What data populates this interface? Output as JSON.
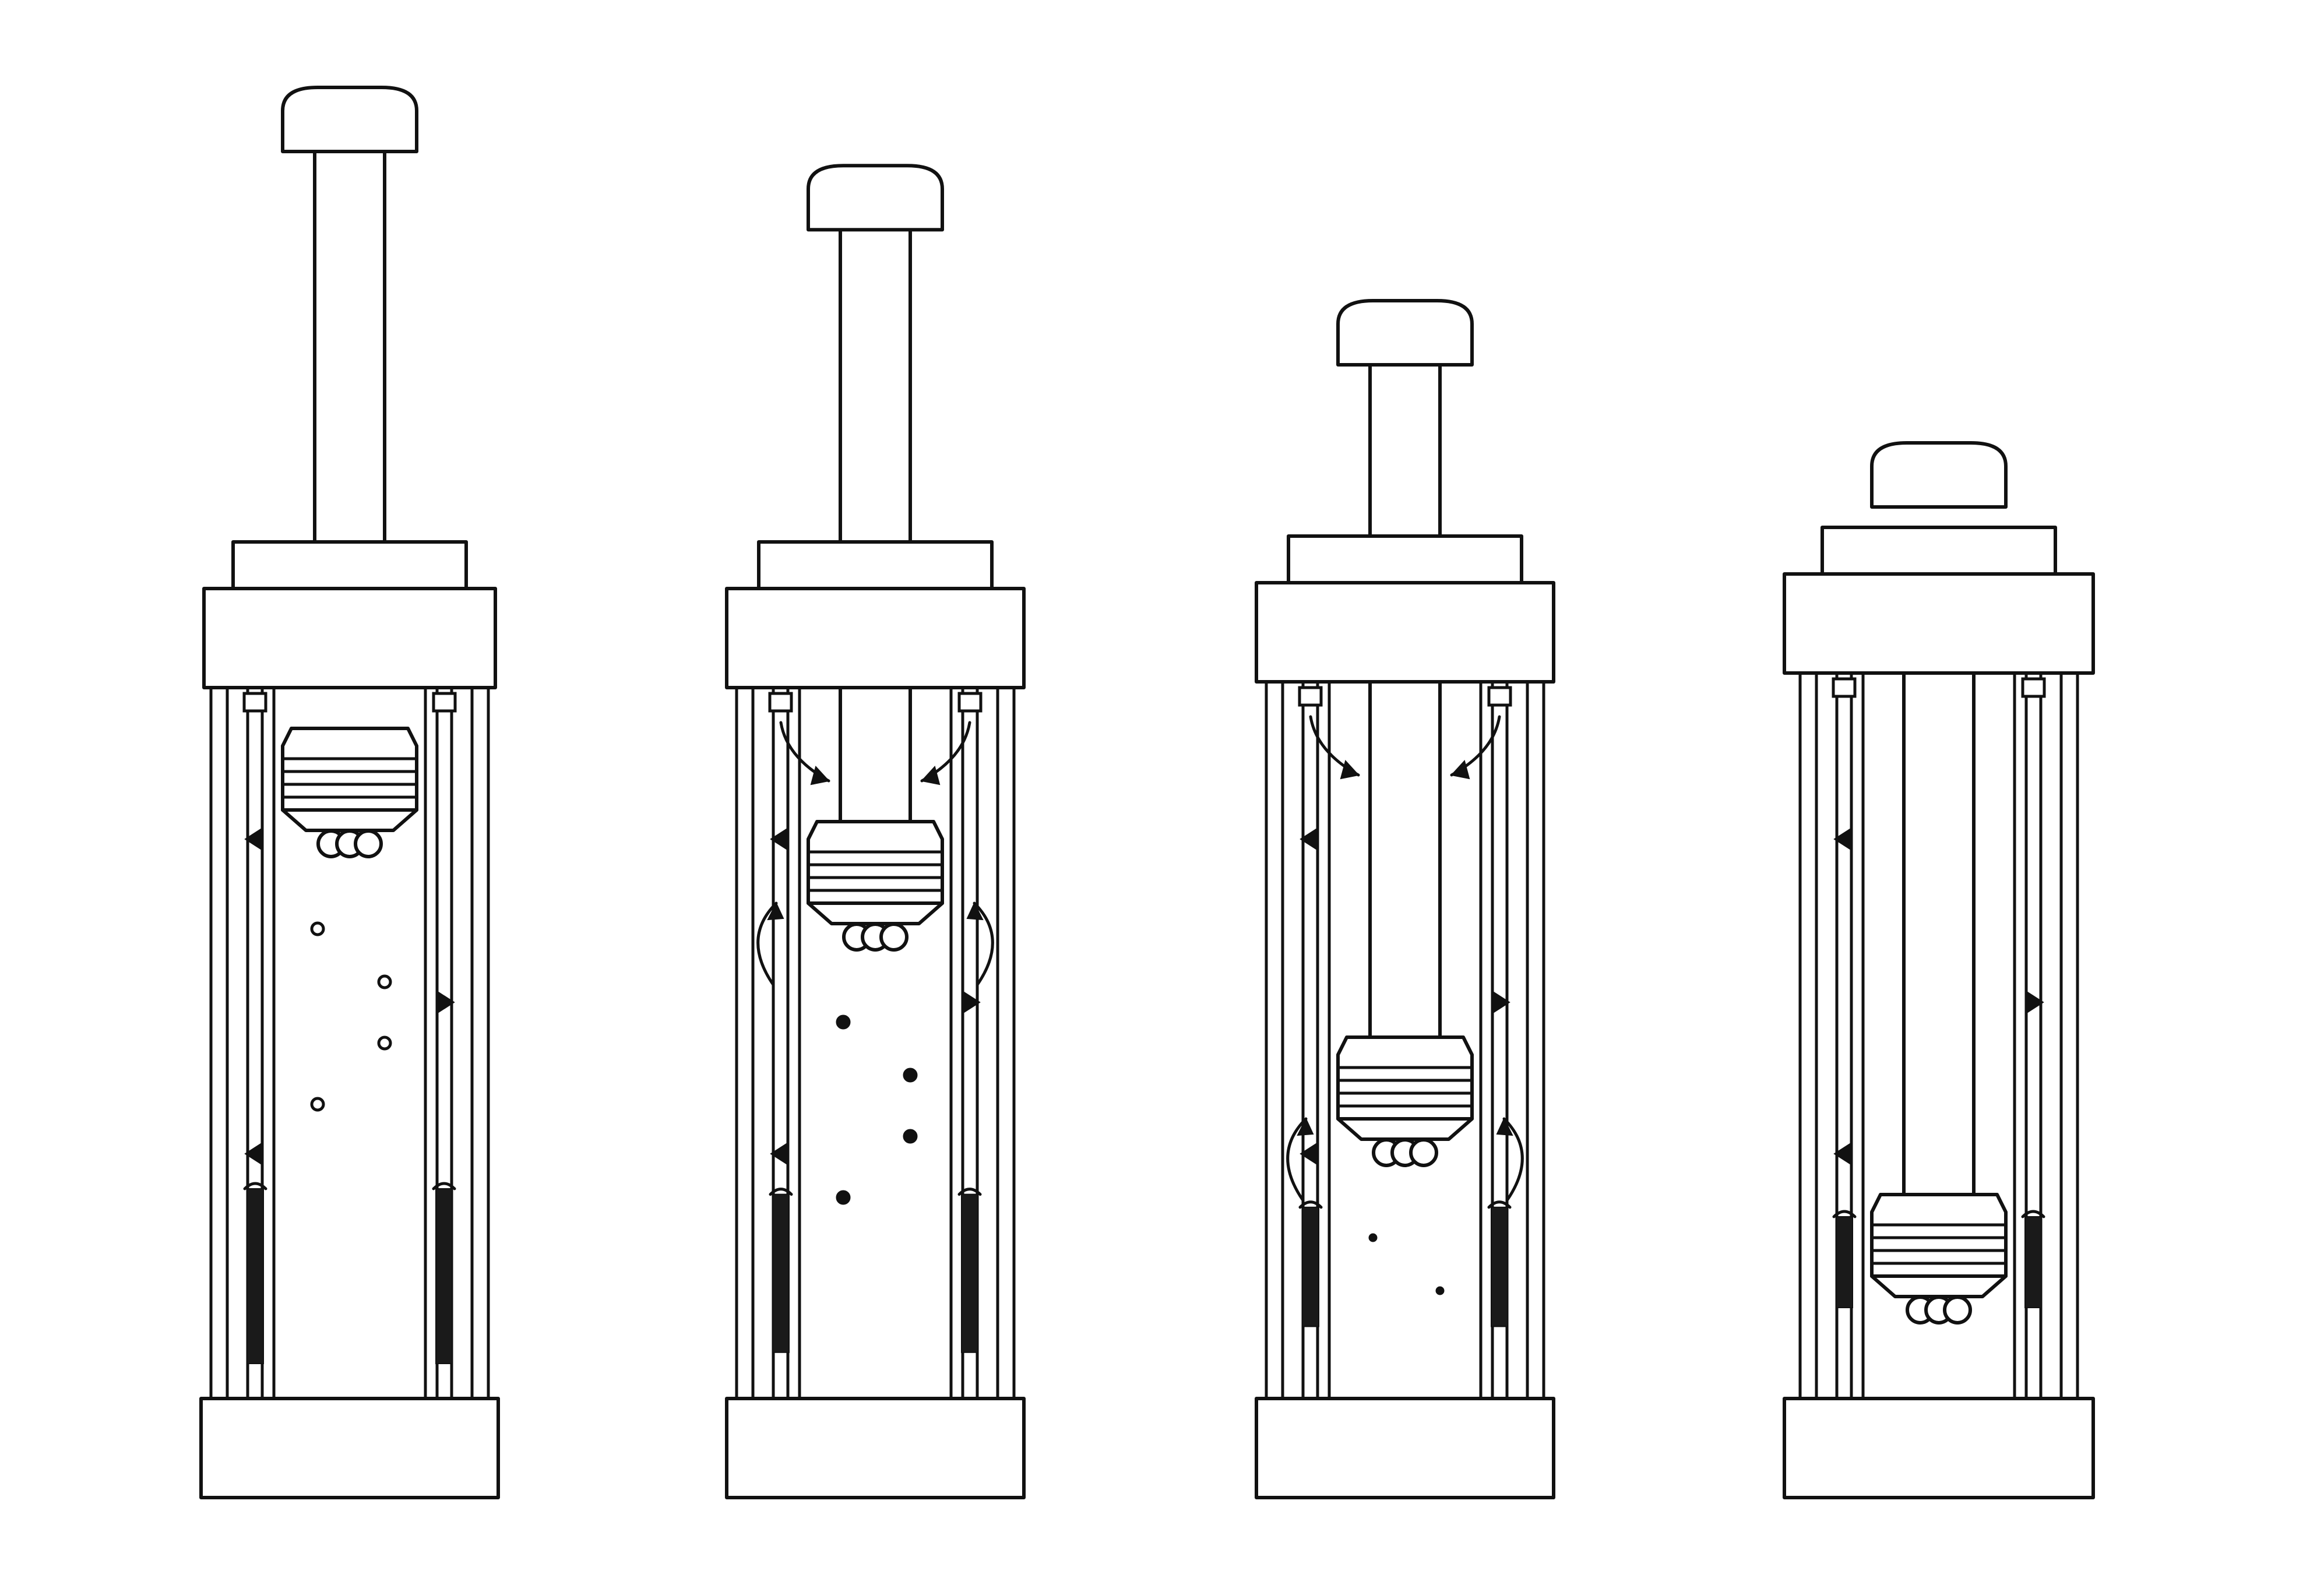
{
  "figure": {
    "description_free": true,
    "stages": [
      {
        "id": "stage-1",
        "rod_extension": 1.0,
        "piston_travel": 0.0,
        "flow_arrows": false,
        "bubbles": "open"
      },
      {
        "id": "stage-2",
        "rod_extension": 0.78,
        "piston_travel": 0.16,
        "flow_arrows": true,
        "bubbles": "filled"
      },
      {
        "id": "stage-3",
        "rod_extension": 0.4,
        "piston_travel": 0.53,
        "flow_arrows": true,
        "bubbles": "small"
      },
      {
        "id": "stage-4",
        "rod_extension": 0.0,
        "piston_travel": 0.8,
        "flow_arrows": false,
        "bubbles": "small"
      }
    ],
    "colors": {
      "line": "#111111",
      "background": "#ffffff"
    }
  }
}
